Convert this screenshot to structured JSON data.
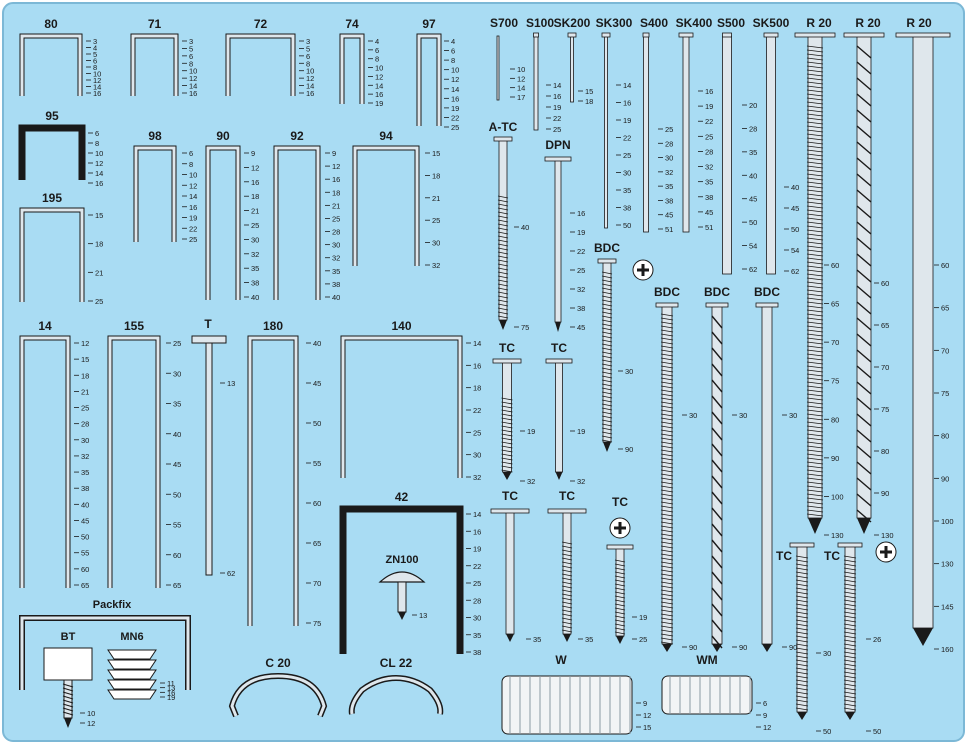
{
  "background": "#a9dcf3",
  "metal": "#dfe7ec",
  "ink": "#1a1a1a",
  "staples": [
    {
      "id": "80",
      "label": "80",
      "ticks": [
        "3",
        "4",
        "5",
        "6",
        "8",
        "10",
        "12",
        "14",
        "16"
      ]
    },
    {
      "id": "71",
      "label": "71",
      "ticks": [
        "3",
        "5",
        "6",
        "8",
        "10",
        "12",
        "14",
        "16"
      ]
    },
    {
      "id": "72",
      "label": "72",
      "ticks": [
        "3",
        "5",
        "6",
        "8",
        "10",
        "12",
        "14",
        "16"
      ]
    },
    {
      "id": "74",
      "label": "74",
      "ticks": [
        "4",
        "6",
        "8",
        "10",
        "12",
        "14",
        "16",
        "19"
      ]
    },
    {
      "id": "97",
      "label": "97",
      "ticks": [
        "4",
        "6",
        "8",
        "10",
        "12",
        "14",
        "16",
        "19",
        "22",
        "25"
      ]
    },
    {
      "id": "95",
      "label": "95",
      "ticks": [
        "6",
        "8",
        "10",
        "12",
        "14",
        "16"
      ]
    },
    {
      "id": "195",
      "label": "195",
      "ticks": [
        "15",
        "18",
        "21",
        "25"
      ]
    },
    {
      "id": "98",
      "label": "98",
      "ticks": [
        "6",
        "8",
        "10",
        "12",
        "14",
        "16",
        "19",
        "22",
        "25"
      ]
    },
    {
      "id": "90",
      "label": "90",
      "ticks": [
        "9",
        "12",
        "16",
        "18",
        "21",
        "25",
        "30",
        "32",
        "35",
        "38",
        "40"
      ]
    },
    {
      "id": "92",
      "label": "92",
      "ticks": [
        "9",
        "12",
        "16",
        "18",
        "21",
        "25",
        "28",
        "30",
        "32",
        "35",
        "38",
        "40"
      ]
    },
    {
      "id": "94",
      "label": "94",
      "ticks": [
        "15",
        "18",
        "21",
        "25",
        "30",
        "32"
      ]
    },
    {
      "id": "14",
      "label": "14",
      "ticks": [
        "12",
        "15",
        "18",
        "21",
        "25",
        "28",
        "30",
        "32",
        "35",
        "38",
        "40",
        "45",
        "50",
        "55",
        "60",
        "65"
      ]
    },
    {
      "id": "155",
      "label": "155",
      "ticks": [
        "25",
        "30",
        "35",
        "40",
        "45",
        "50",
        "55",
        "60",
        "65"
      ]
    },
    {
      "id": "T",
      "label": "T",
      "ticks": [
        "13",
        "62"
      ]
    },
    {
      "id": "180",
      "label": "180",
      "ticks": [
        "40",
        "45",
        "50",
        "55",
        "60",
        "65",
        "70",
        "75"
      ]
    },
    {
      "id": "140",
      "label": "140",
      "ticks": [
        "14",
        "16",
        "18",
        "22",
        "25",
        "30",
        "32"
      ]
    },
    {
      "id": "42",
      "label": "42",
      "ticks": [
        "14",
        "16",
        "19",
        "22",
        "25",
        "28",
        "30",
        "35",
        "38"
      ]
    }
  ],
  "pins": [
    {
      "id": "S700",
      "label": "S700",
      "ticks": [
        "10",
        "12",
        "14",
        "17"
      ]
    },
    {
      "id": "S100",
      "label": "S100",
      "ticks": [
        "14",
        "16",
        "19",
        "22",
        "25"
      ]
    },
    {
      "id": "SK200",
      "label": "SK200",
      "ticks": [
        "15",
        "18"
      ]
    },
    {
      "id": "SK300",
      "label": "SK300",
      "ticks": [
        "14",
        "16",
        "19",
        "22",
        "25",
        "30",
        "35",
        "38",
        "50"
      ]
    },
    {
      "id": "S400",
      "label": "S400",
      "ticks": [
        "25",
        "28",
        "30",
        "32",
        "35",
        "38",
        "45",
        "51"
      ]
    },
    {
      "id": "SK400",
      "label": "SK400",
      "ticks": [
        "16",
        "19",
        "22",
        "25",
        "28",
        "32",
        "35",
        "38",
        "45",
        "51"
      ]
    },
    {
      "id": "S500",
      "label": "S500",
      "ticks": [
        "20",
        "28",
        "35",
        "40",
        "45",
        "50",
        "54",
        "62"
      ]
    },
    {
      "id": "SK500",
      "label": "SK500",
      "ticks": [
        "40",
        "45",
        "50",
        "54",
        "62"
      ]
    }
  ],
  "nails": [
    {
      "id": "A-TC",
      "label": "A-TC",
      "ticks": [
        "40",
        "75"
      ]
    },
    {
      "id": "DPN",
      "label": "DPN",
      "ticks": [
        "16",
        "19",
        "22",
        "25",
        "32",
        "38",
        "45"
      ]
    },
    {
      "id": "BDC1",
      "label": "BDC",
      "ticks": [
        "30",
        "90"
      ]
    },
    {
      "id": "TC1",
      "label": "TC",
      "ticks": [
        "19",
        "32"
      ]
    },
    {
      "id": "TC2",
      "label": "TC",
      "ticks": [
        "19",
        "32"
      ]
    },
    {
      "id": "TC3",
      "label": "TC",
      "ticks": [
        "35"
      ]
    },
    {
      "id": "TC4",
      "label": "TC",
      "ticks": [
        "35"
      ]
    },
    {
      "id": "TC5",
      "label": "TC",
      "ticks": [
        "19",
        "25"
      ]
    },
    {
      "id": "BDC2",
      "label": "BDC",
      "ticks": [
        "30",
        "90"
      ]
    },
    {
      "id": "BDC3",
      "label": "BDC",
      "ticks": [
        "30",
        "90"
      ]
    },
    {
      "id": "BDC4",
      "label": "BDC",
      "ticks": [
        "30",
        "90"
      ]
    },
    {
      "id": "R20a",
      "label": "R 20",
      "ticks": [
        "60",
        "65",
        "70",
        "75",
        "80",
        "90",
        "100",
        "130"
      ]
    },
    {
      "id": "R20b",
      "label": "R 20",
      "ticks": [
        "60",
        "65",
        "70",
        "75",
        "80",
        "90",
        "130"
      ]
    },
    {
      "id": "R20c",
      "label": "R 20",
      "ticks": [
        "60",
        "65",
        "70",
        "75",
        "80",
        "90",
        "100",
        "130",
        "145",
        "160"
      ]
    },
    {
      "id": "TC6",
      "label": "TC",
      "ticks": [
        "30",
        "50"
      ]
    },
    {
      "id": "TC7",
      "label": "TC",
      "ticks": [
        "26",
        "50"
      ]
    }
  ],
  "fasteners": [
    {
      "id": "ZN100",
      "label": "ZN100",
      "ticks": [
        "13"
      ]
    },
    {
      "id": "Packfix",
      "label": "Packfix",
      "ticks": []
    },
    {
      "id": "BT",
      "label": "BT",
      "ticks": [
        "10",
        "12"
      ]
    },
    {
      "id": "MN6",
      "label": "MN6",
      "ticks": [
        "11",
        "13",
        "16",
        "19"
      ]
    },
    {
      "id": "C20",
      "label": "C 20",
      "ticks": []
    },
    {
      "id": "CL22",
      "label": "CL 22",
      "ticks": []
    },
    {
      "id": "W",
      "label": "W",
      "ticks": [
        "9",
        "12",
        "15"
      ]
    },
    {
      "id": "WM",
      "label": "WM",
      "ticks": [
        "6",
        "9",
        "12"
      ]
    }
  ]
}
